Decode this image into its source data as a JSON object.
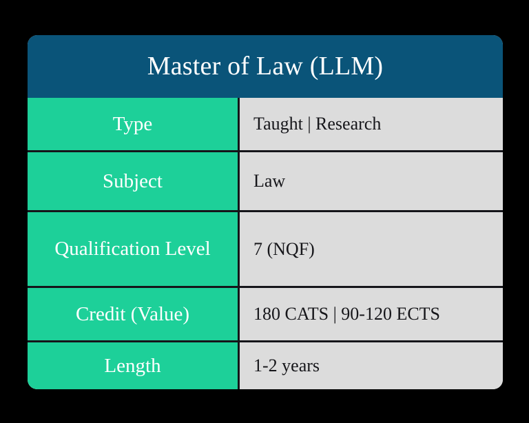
{
  "card": {
    "title": "Master of Law (LLM)",
    "colors": {
      "header_background": "#0a5479",
      "label_background": "#1dd099",
      "value_background": "#dcdcdc",
      "divider": "#15151a",
      "page_background": "#000000",
      "header_text": "#ffffff",
      "label_text": "#ffffff",
      "value_text": "#16161a"
    },
    "rows": [
      {
        "label": "Type",
        "value": "Taught | Research"
      },
      {
        "label": "Subject",
        "value": "Law"
      },
      {
        "label": "Qualification Level",
        "value": "7 (NQF)"
      },
      {
        "label": "Credit (Value)",
        "value": "180 CATS | 90-120 ECTS"
      },
      {
        "label": "Length",
        "value": "1-2 years"
      }
    ]
  }
}
